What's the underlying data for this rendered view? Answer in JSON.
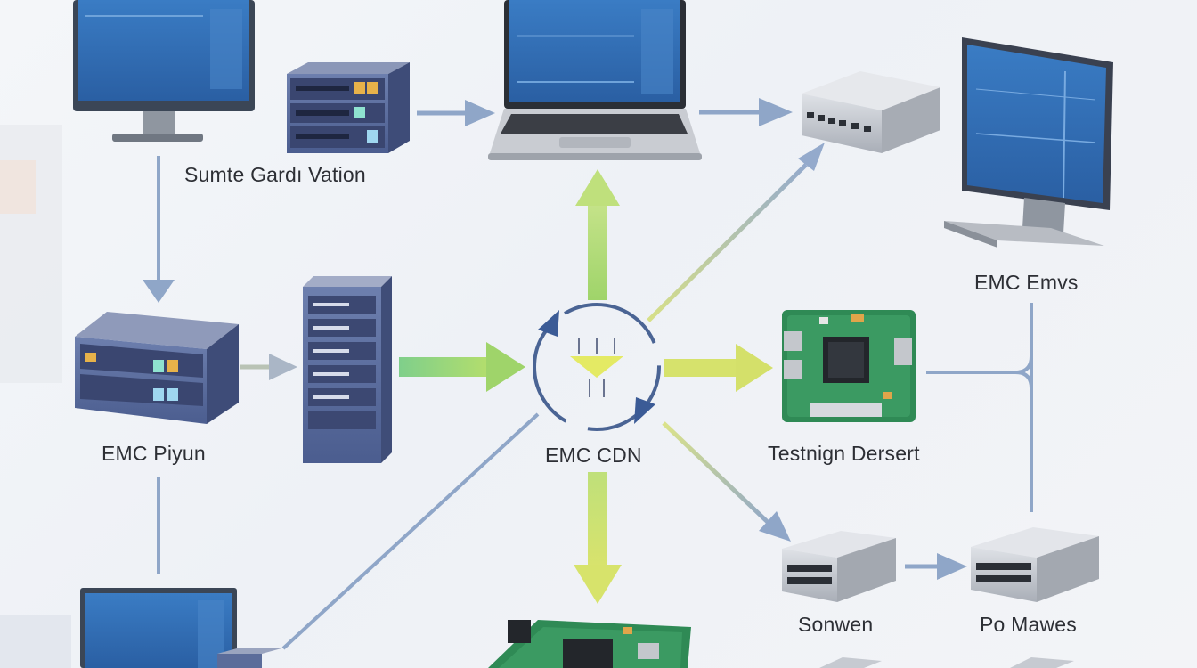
{
  "labels": {
    "top_middle": "Sumte Gardı Vation",
    "right_top": "EMC Emvs",
    "left_mid": "EMC Piyun",
    "center": "EMC CDN",
    "right_mid": "Testnign Dersert",
    "bottom_switch_left": "Sonwen",
    "bottom_switch_right": "Po Mawes"
  },
  "colors": {
    "arrow_blue": "#8fa6c8",
    "arrow_green": "#a8d873",
    "arrow_yellow": "#d8e070",
    "device_blue": "#4a5f96",
    "screen_blue": "#2f6fb8",
    "pcb_green": "#2f8a55"
  },
  "icons": [
    "monitor-icon",
    "server-rack-icon",
    "laptop-icon",
    "network-switch-icon",
    "tower-server-icon",
    "cdn-hub-icon",
    "circuit-board-icon"
  ]
}
